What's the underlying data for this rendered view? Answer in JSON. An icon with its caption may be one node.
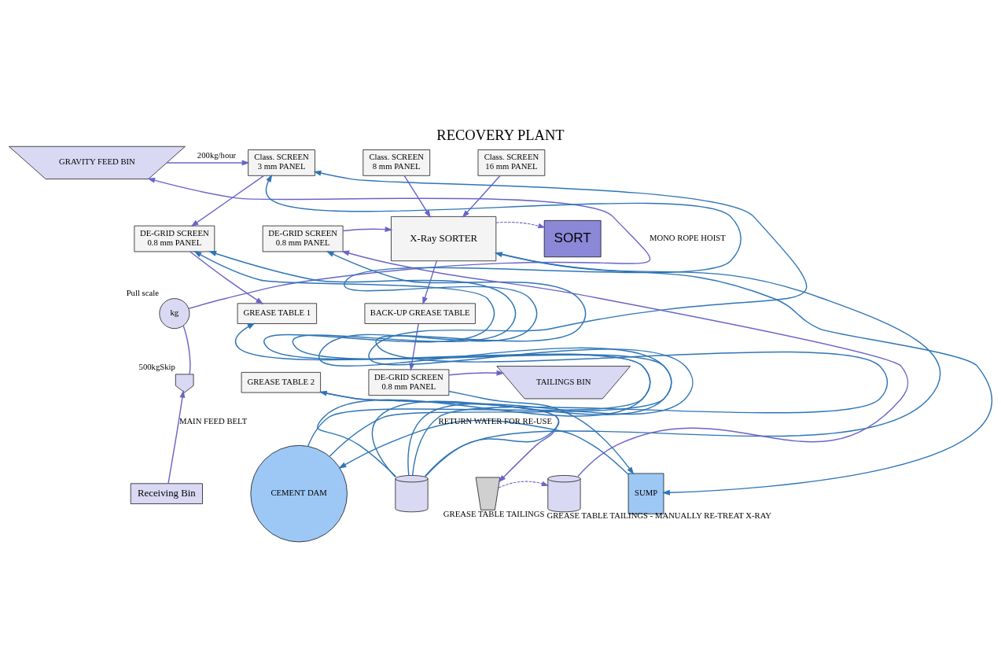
{
  "diagram": {
    "title": "RECOVERY PLANT",
    "nodes": [
      {
        "text": [
          "GRAVITY FEED BIN"
        ]
      },
      {
        "text": [
          "Class. SCREEN",
          "3 mm PANEL"
        ]
      },
      {
        "text": [
          "Class. SCREEN",
          "8 mm PANEL"
        ]
      },
      {
        "text": [
          "Class. SCREEN",
          "16 mm PANEL"
        ]
      },
      {
        "text": [
          "DE-GRID SCREEN",
          "0.8 mm PANEL"
        ]
      },
      {
        "text": [
          "GREASE TABLE 1"
        ]
      },
      {
        "text": [
          "GREASE TABLE 2"
        ]
      },
      {
        "text": [],
        "shape": "bin",
        "beside": [
          "GREASE TABLE TAILINGS"
        ]
      },
      {
        "text": [
          "DE-GRID SCREEN",
          "0.8 mm PANEL"
        ]
      },
      {
        "text": [
          "X-Ray SORTER"
        ]
      },
      {
        "text": [
          "SORT"
        ]
      },
      {
        "text": [
          "BACK-UP GREASE TABLE"
        ]
      },
      {
        "text": [
          "DE-GRID SCREEN",
          "0.8 mm PANEL"
        ]
      },
      {
        "text": [
          "TAILINGS BIN"
        ]
      },
      {
        "text": [
          "SUMP"
        ]
      },
      {
        "text": [
          "CEMENT DAM"
        ]
      },
      {
        "text": [],
        "shape": "cylinder"
      },
      {
        "text": [],
        "shape": "cylinder",
        "beside": [
          "GREASE TABLE TAILINGS - MANUALLY RE-TREAT X-RAY"
        ]
      },
      {
        "text": [
          "kg"
        ],
        "beside": [
          "Pull scale"
        ]
      },
      {
        "text": [],
        "shape": "box",
        "beside": [
          "500kgSkip"
        ]
      },
      {
        "text": [
          "Receiving Bin"
        ]
      }
    ],
    "edges": [
      {
        "from": 20,
        "to": 19,
        "arrow": "to",
        "label": "MAIN FEED BELT"
      },
      {
        "from": 19,
        "to": 18,
        "arrow": "none"
      },
      {
        "from": 18,
        "to": 0,
        "arrow": "to",
        "label": "MONO ROPE HOIST"
      },
      {
        "from": 0,
        "to": 1,
        "arrow": "to",
        "label": "200kg/hour"
      },
      {
        "from": 1,
        "to": 4,
        "arrow": "to"
      },
      {
        "from": 2,
        "to": 9,
        "arrow": "to"
      },
      {
        "from": 3,
        "to": 9,
        "arrow": "to"
      },
      {
        "from": 4,
        "to": 5,
        "arrow": "to"
      },
      {
        "from": 6,
        "to": 7,
        "arrow": "to"
      },
      {
        "from": 7,
        "to": 17,
        "arrow": "to",
        "style": "dashed"
      },
      {
        "from": 17,
        "to": 8,
        "arrow": "to"
      },
      {
        "from": 8,
        "to": 9,
        "arrow": "to"
      },
      {
        "from": 9,
        "to": 10,
        "arrow": "to",
        "style": "dashed"
      },
      {
        "from": 9,
        "to": 11,
        "arrow": "to"
      },
      {
        "from": 11,
        "to": 12,
        "arrow": "to"
      },
      {
        "from": 12,
        "to": 13,
        "arrow": "to"
      },
      {
        "from": 15,
        "to": 1,
        "arrow": "to",
        "color": "#2e75b6"
      },
      {
        "from": 15,
        "to": 4,
        "arrow": "to",
        "color": "#2e75b6"
      },
      {
        "from": 16,
        "to": 1,
        "arrow": "to",
        "color": "#2e75b6"
      },
      {
        "from": 16,
        "to": 4,
        "arrow": "to",
        "color": "#2e75b6"
      },
      {
        "from": 16,
        "to": 9,
        "arrow": "to",
        "color": "#2e75b6"
      },
      {
        "from": 16,
        "to": 8,
        "arrow": "to",
        "color": "#2e75b6"
      },
      {
        "from": 16,
        "to": 5,
        "arrow": "to",
        "color": "#2e75b6"
      },
      {
        "from": 16,
        "to": 6,
        "arrow": "to",
        "color": "#2e75b6"
      },
      {
        "from": 9,
        "to": 14,
        "arrow": "to",
        "color": "#2e75b6"
      },
      {
        "from": 12,
        "to": 14,
        "arrow": "to",
        "color": "#2e75b6"
      },
      {
        "from": 14,
        "to": 15,
        "arrow": "to",
        "label": "RETURN WATER FOR RE-USE",
        "color": "#2e75b6"
      }
    ]
  }
}
